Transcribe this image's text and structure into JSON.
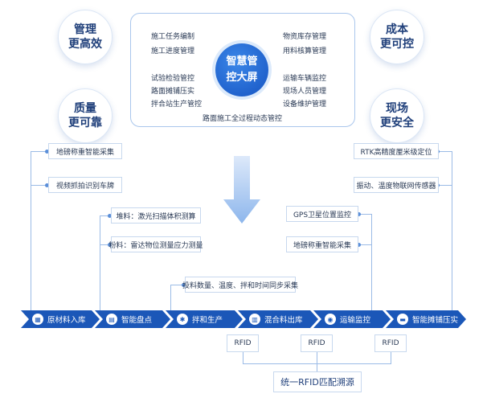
{
  "circles": {
    "top_left": [
      "管理",
      "更高效"
    ],
    "bottom_left": [
      "质量",
      "更可靠"
    ],
    "top_right": [
      "成本",
      "更可控"
    ],
    "bottom_right": [
      "现场",
      "更安全"
    ]
  },
  "panel": {
    "left_group_1": [
      "施工任务编制",
      "施工进度管理"
    ],
    "left_group_2": [
      "试验检验管控",
      "路面摊铺压实",
      "拌合站生产管控"
    ],
    "right_group_1": [
      "物资库存管理",
      "用料核算管理"
    ],
    "right_group_2": [
      "运输车辆监控",
      "现场人员管理",
      "设备维护管理"
    ],
    "center": [
      "智慧管",
      "控大屏"
    ],
    "caption": "路面施工全过程动态管控"
  },
  "left_boxes": [
    "地磅称重智能采集",
    "视频抓拍识别车牌"
  ],
  "mid_left_boxes": [
    "堆料：激光扫描体积测算",
    "粉料：雷达物位测量应力测量"
  ],
  "mid_box": "投料数量、温度、拌和时间同步采集",
  "mid_right_boxes": [
    "GPS卫星位置监控",
    "地磅称重智能采集"
  ],
  "right_boxes": [
    "RTK高精度厘米级定位",
    "振动、温度物联网传感器"
  ],
  "flow": [
    "原材料入库",
    "智能盘点",
    "拌和生产",
    "混合料出库",
    "运输监控",
    "智能摊铺压实"
  ],
  "flow_icons": [
    "warehouse-icon",
    "inventory-icon",
    "mixer-icon",
    "warehouse-out-icon",
    "gps-icon",
    "paver-icon"
  ],
  "rfid": [
    "RFID",
    "RFID",
    "RFID"
  ],
  "bottom": "统一RFID匹配溯源",
  "colors": {
    "primary": "#1b57b8",
    "accent": "#2f7de1",
    "line": "#9bbbe6"
  }
}
